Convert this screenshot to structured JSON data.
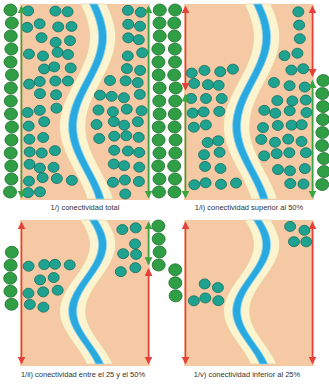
{
  "diagram": {
    "labels": [
      "1/) conectividad total",
      "1/i) conectividad superior al 50%",
      "1/ii) conectividad entre el 25 y el 50%",
      "1/v) conectividad inferior al 25%"
    ]
  }
}
